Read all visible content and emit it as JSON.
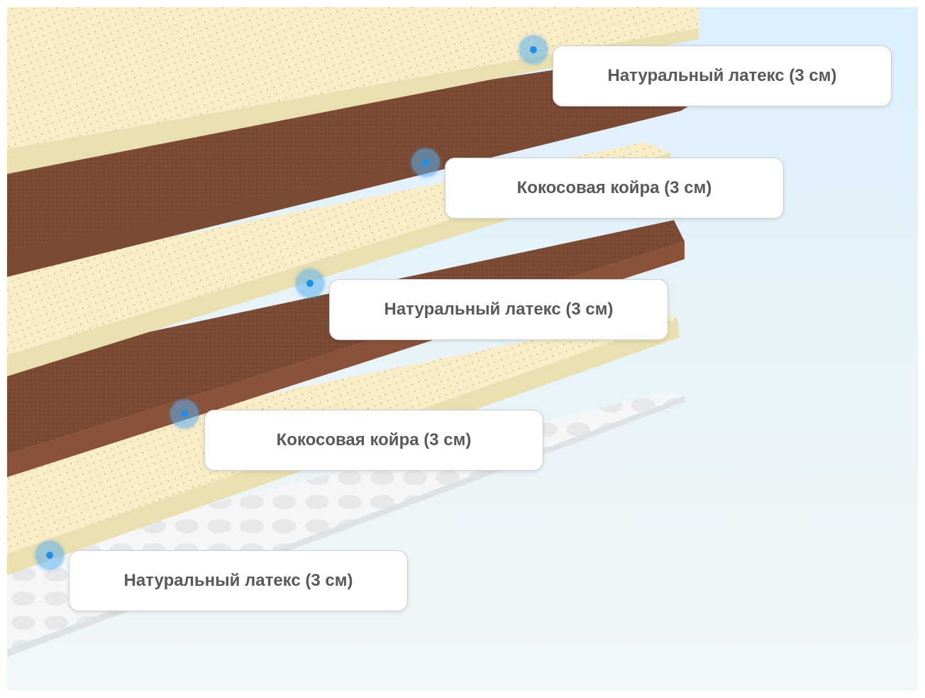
{
  "layers": [
    {
      "label": "Натуральный латекс (3 см)",
      "material": "latex"
    },
    {
      "label": "Кокосовая койра (3 см)",
      "material": "coir"
    },
    {
      "label": "Натуральный латекс (3 см)",
      "material": "latex"
    },
    {
      "label": "Кокосовая койра (3 см)",
      "material": "coir"
    },
    {
      "label": "Натуральный латекс (3 см)",
      "material": "latex"
    }
  ],
  "colors": {
    "latex_top": "#f8edc6",
    "latex_edge": "#eadfae",
    "coir_top": "#7b4a33",
    "coir_edge": "#8a5238",
    "background": "#e6f3f8",
    "cover": "#f4f5f6",
    "marker": "#1e8ee6"
  }
}
